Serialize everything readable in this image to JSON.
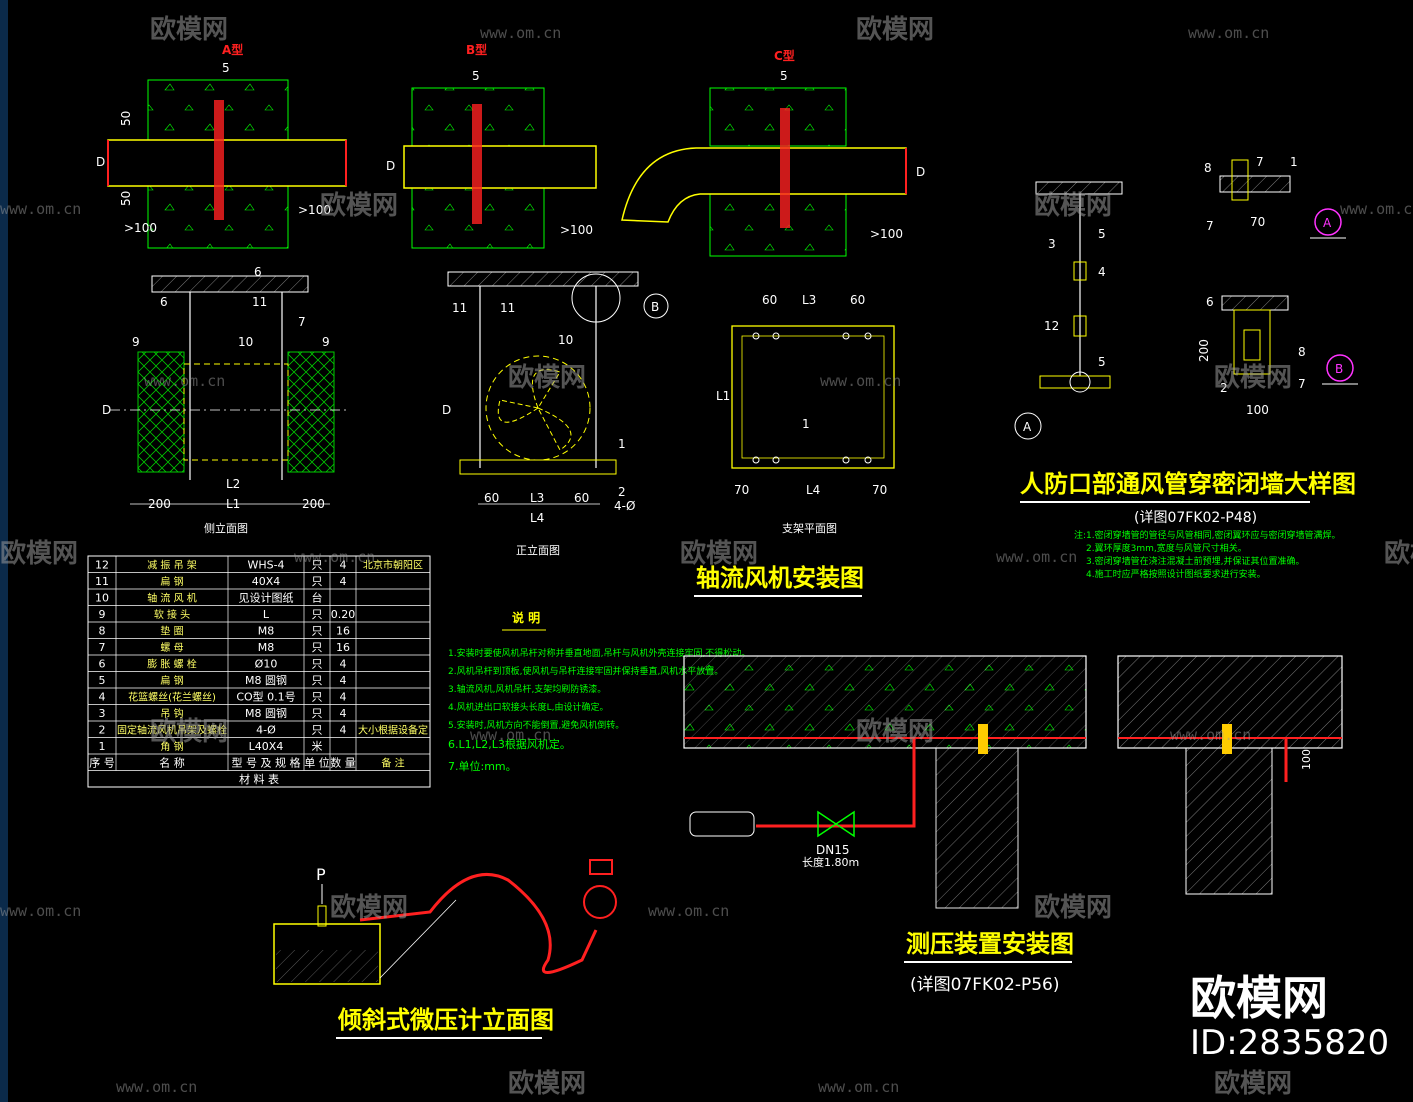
{
  "titles": {
    "fan_install": "轴流风机安装图",
    "wall_detail": "人防口部通风管穿密闭墙大样图",
    "wall_detail_ref": "(详图07FK02-P48)",
    "pressure_install": "测压装置安装图",
    "pressure_ref": "(详图07FK02-P56)",
    "micromanometer": "倾斜式微压计立面图",
    "notes_heading": "说 明"
  },
  "type_labels": [
    "A型",
    "B型",
    "C型"
  ],
  "view_labels": {
    "side_elevation": "侧立面图",
    "front_elevation": "正立面图",
    "bracket_plan": "支架平面图"
  },
  "dimensions": {
    "d": "D",
    "five": "5",
    "fifty": "50",
    "gt100": ">100",
    "l1": "L1",
    "l2": "L2",
    "l3": "L3",
    "l4": "L4",
    "w200": "200",
    "w60": "60",
    "w70": "70",
    "w100": "100",
    "bolt": "4-Ø",
    "p_label": "P"
  },
  "callouts": {
    "a": "A",
    "b": "B",
    "n1": "1",
    "n2": "2",
    "n3": "3",
    "n4": "4",
    "n5": "5",
    "n6": "6",
    "n7": "7",
    "n8": "8",
    "n9": "9",
    "n10": "10",
    "n11": "11",
    "n12": "12"
  },
  "valve_label": "DN15",
  "valve_length": "长度1.80m",
  "table": {
    "rows": [
      {
        "no": "12",
        "name": "减 振 吊 架",
        "spec": "WHS-4",
        "unit": "只",
        "qty": "4",
        "note": "北京市朝阳区"
      },
      {
        "no": "11",
        "name": "扁 钢",
        "spec": "40X4",
        "unit": "只",
        "qty": "4",
        "note": ""
      },
      {
        "no": "10",
        "name": "轴 流 风 机",
        "spec": "见设计图纸",
        "unit": "台",
        "qty": "",
        "note": ""
      },
      {
        "no": "9",
        "name": "软 接 头",
        "spec": "L",
        "unit": "只",
        "qty": "0.20",
        "note": ""
      },
      {
        "no": "8",
        "name": "垫 圈",
        "spec": "M8",
        "unit": "只",
        "qty": "16",
        "note": ""
      },
      {
        "no": "7",
        "name": "螺 母",
        "spec": "M8",
        "unit": "只",
        "qty": "16",
        "note": ""
      },
      {
        "no": "6",
        "name": "膨 胀 螺 栓",
        "spec": "Ø10",
        "unit": "只",
        "qty": "4",
        "note": ""
      },
      {
        "no": "5",
        "name": "扁 钢",
        "spec": "M8 圆钢",
        "unit": "只",
        "qty": "4",
        "note": ""
      },
      {
        "no": "4",
        "name": "花篮螺丝(花兰螺丝)",
        "spec": "CO型 0.1号",
        "unit": "只",
        "qty": "4",
        "note": ""
      },
      {
        "no": "3",
        "name": "吊 钩",
        "spec": "M8 圆钢",
        "unit": "只",
        "qty": "4",
        "note": ""
      },
      {
        "no": "2",
        "name": "固定轴流风机吊架及螺栓",
        "spec": "4-Ø",
        "unit": "只",
        "qty": "4",
        "note": "大小根据设备定"
      },
      {
        "no": "1",
        "name": "角 钢",
        "spec": "L40X4",
        "unit": "米",
        "qty": "",
        "note": ""
      }
    ],
    "header": {
      "no": "序 号",
      "name": "名 称",
      "spec": "型 号 及 规 格",
      "unit": "单 位",
      "qty": "数 量",
      "note": "备 注"
    },
    "footer": "材 料 表"
  },
  "notes": [
    "1.安装时要使风机吊杆对称并垂直地面,吊杆与风机外壳连接牢固,不得松动。",
    "2.风机吊杆到顶板,使风机与吊杆连接牢固并保持垂直,风机水平放置。",
    "3.轴流风机,风机吊杆,支架均刷防锈漆。",
    "4.风机进出口软接头长度L,由设计确定。",
    "5.安装时,风机方向不能倒置,避免风机倒转。",
    "6.L1,L2,L3根据风机定。",
    "7.单位:mm。"
  ],
  "wall_notes": [
    "注:1.密闭穿墙管的管径与风管相同,密闭翼环应与密闭穿墙管满焊。",
    "2.翼环厚度3mm,宽度与风管尺寸相关。",
    "3.密闭穿墙管在浇注混凝土前预埋,并保证其位置准确。",
    "4.施工时应严格按照设计图纸要求进行安装。"
  ],
  "watermark": {
    "brand": "欧模网",
    "id": "ID:2835820",
    "small": "欧模网",
    "url": "www.om.cn"
  },
  "colors": {
    "concrete": "#00ff00",
    "pipe": "#ffff00",
    "hanger": "#ffffff",
    "red_accent": "#ff2020",
    "magenta": "#ff33ff",
    "wall_pattern": "#00cc00"
  }
}
